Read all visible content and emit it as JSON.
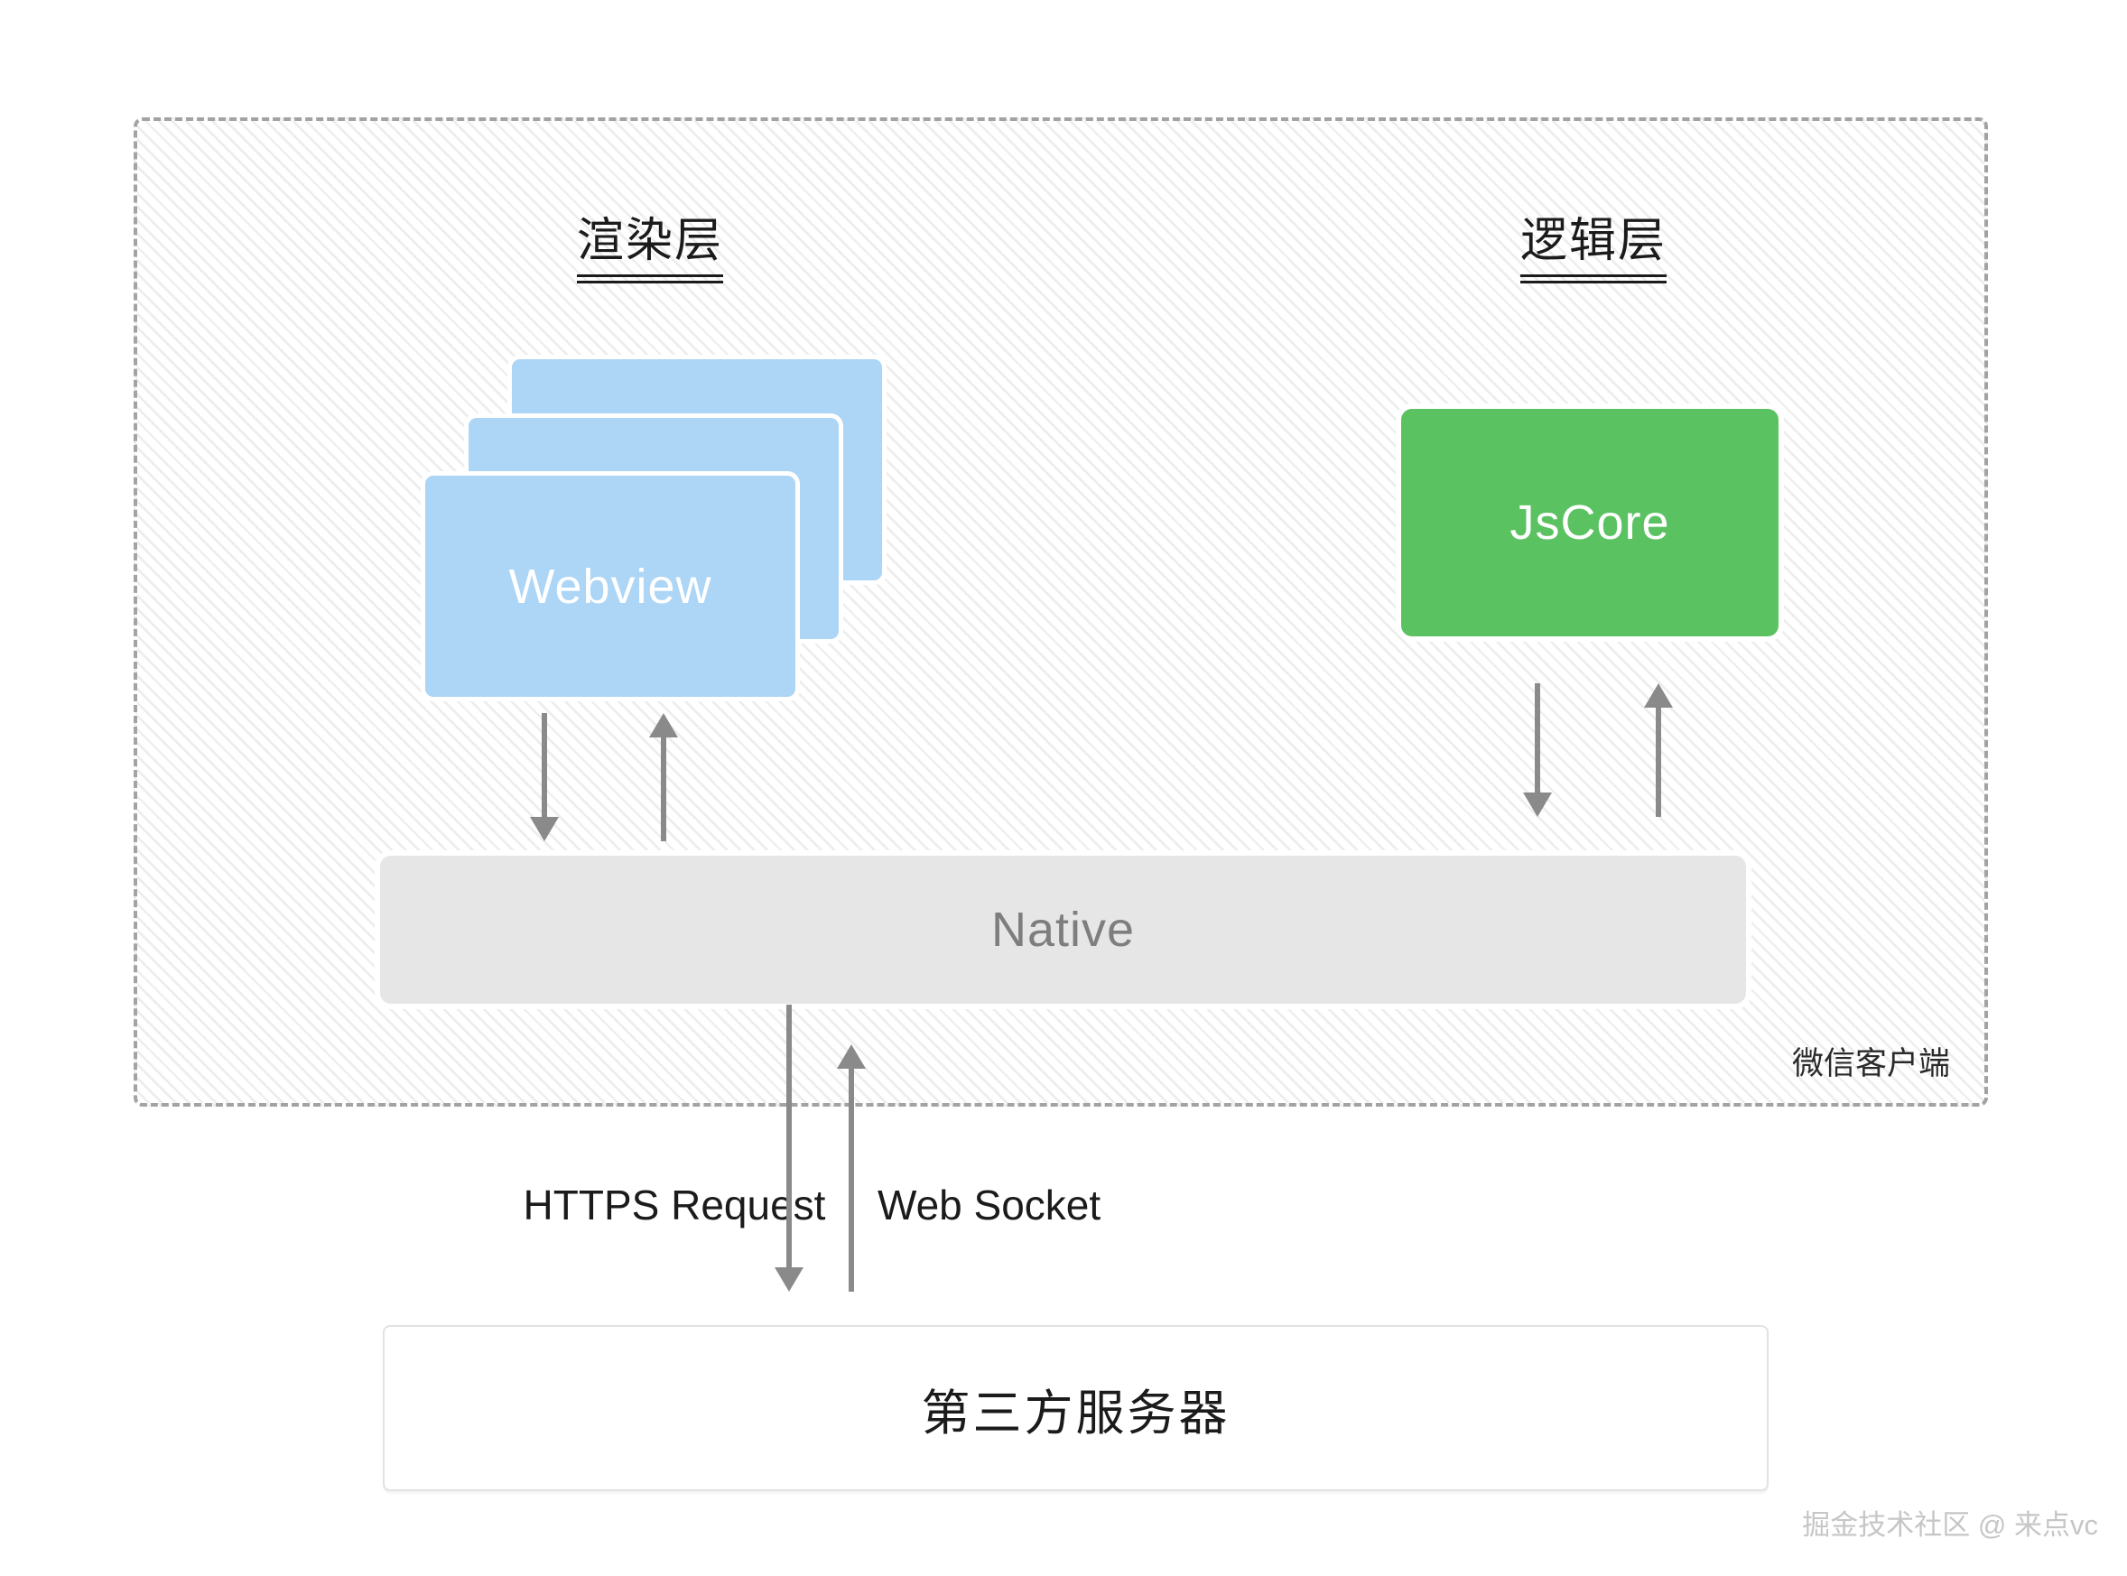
{
  "diagram": {
    "wechat_client": {
      "label": "微信客户端",
      "render_layer": {
        "title": "渲染层",
        "webview": "Webview"
      },
      "logic_layer": {
        "title": "逻辑层",
        "jscore": "JsCore"
      },
      "native": "Native"
    },
    "network": {
      "https_request": "HTTPS Request",
      "web_socket": "Web Socket"
    },
    "third_party_server": "第三方服务器",
    "watermark": "掘金技术社区 @ 来点vc"
  },
  "colors": {
    "webview_blue": "#ACD5F6",
    "jscore_green": "#5BC262",
    "native_gray": "#E6E6E6",
    "arrow_gray": "#8A8A8A",
    "hatch_line": "#ECECEC",
    "dash_border": "#A3A3A3"
  }
}
